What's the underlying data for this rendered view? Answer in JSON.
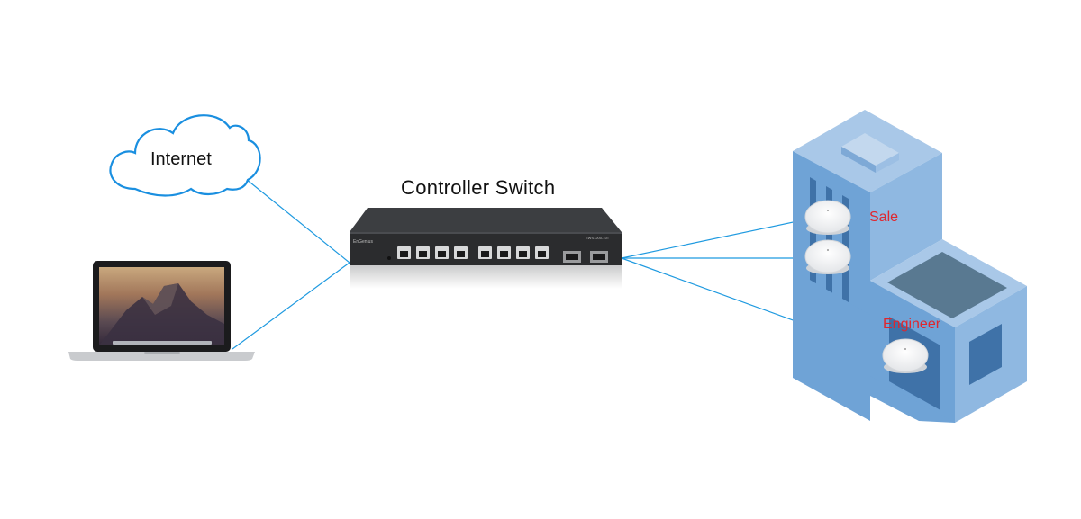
{
  "diagram": {
    "nodes": {
      "internet": "Internet",
      "controller_switch": "Controller Switch",
      "ap_group_sale": "Sale",
      "ap_group_engineer": "Engineer"
    },
    "device_labels": {
      "switch_brand": "EnGenius",
      "switch_model": "EWS1200-10T"
    },
    "colors": {
      "link": "#1f9ae0",
      "cloud_outline": "#1a8fe0",
      "building_face": "#6fa3d6",
      "building_side": "#8fb8e1",
      "building_roof": "#a9c8e8",
      "label_red": "#e0262d",
      "switch_body": "#2b2c2e"
    },
    "icons": [
      "cloud-icon",
      "laptop-icon",
      "switch-icon",
      "building-icon",
      "access-point-icon"
    ]
  }
}
